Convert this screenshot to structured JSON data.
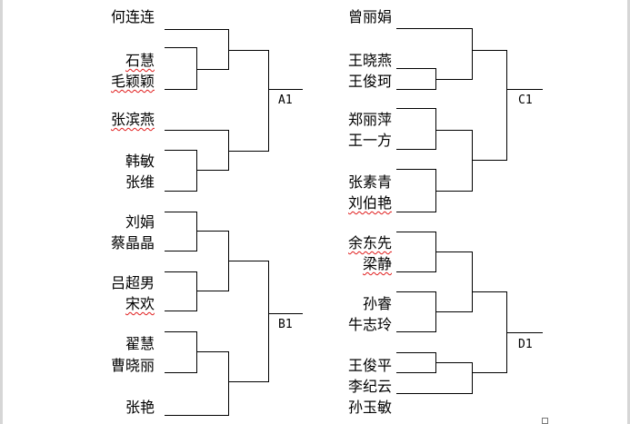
{
  "left_column": {
    "group_a": [
      "何连连",
      "石慧",
      "毛颖颖",
      "张滨燕",
      "韩敏",
      "张维"
    ],
    "group_b": [
      "刘娟",
      "蔡晶晶",
      "吕超男",
      "宋欢",
      "翟慧",
      "曹晓丽",
      "张艳"
    ]
  },
  "right_column": {
    "group_c": [
      "曾丽娟",
      "王晓燕",
      "王俊珂",
      "郑丽萍",
      "王一方",
      "张素青",
      "刘伯艳"
    ],
    "group_d": [
      "余东先",
      "梁静",
      "孙睿",
      "牛志玲",
      "王俊平",
      "李纪云",
      "孙玉敏"
    ]
  },
  "group_labels": {
    "a": "A1",
    "b": "B1",
    "c": "C1",
    "d": "D1"
  },
  "colors": {
    "line": "#000000",
    "spell_underline": "#e01b1b",
    "scrollbar": "#d6d6d6"
  }
}
